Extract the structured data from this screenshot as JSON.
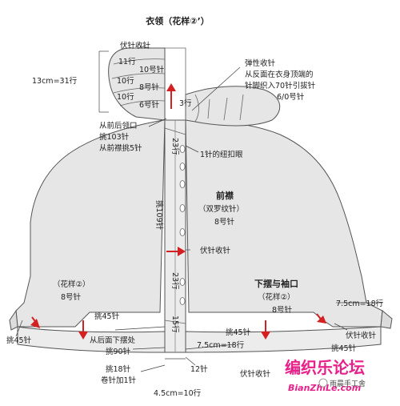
{
  "title": "衣领（花样②’）",
  "collar": {
    "bind_off": "伏针收针",
    "height": "13cm=31行",
    "rows_11": "11行",
    "needle_10": "10号针",
    "rows_10a": "10行",
    "needle_8": "8号针",
    "rows_10b": "10行",
    "needle_6": "6号针",
    "rows_3": "3行",
    "pickup_neck_1": "从前后领口",
    "pickup_neck_2": "挑103针",
    "pickup_band": "从前襟挑5针",
    "elastic_1": "弹性收针",
    "elastic_2": "从反面在衣身顶端的",
    "elastic_3": "针脚织入70针引拔针",
    "elastic_4": "6/0号针"
  },
  "placket": {
    "rows_23_top": "23行",
    "buttonhole": "1针的纽扣眼",
    "title": "前襟",
    "rib": "（双罗纹针）",
    "needle": "8号针",
    "pickup_109": "挑109针",
    "bind_off": "伏针收针",
    "rows_23_mid": "23行",
    "rows_15": "15行",
    "pickup_18": "挑18针",
    "cast_on_1": "卷针加1针",
    "sts_12": "12针",
    "width_10rows": "4.5cm=10行"
  },
  "left": {
    "pattern": "（花样②）",
    "needle": "8号针",
    "pickup_45": "挑45针",
    "pickup_45_cuff": "挑45针",
    "from_back_1": "从后面下摆处",
    "from_back_2": "挑90针"
  },
  "right": {
    "title": "下摆与袖口",
    "pattern": "（花样②）",
    "needle": "8号针",
    "cuff_len": "7.5cm=18行",
    "bind_off": "伏针收针",
    "pickup_45_cuff": "挑45针",
    "pickup_45": "挑45针",
    "hem_len": "7.5cm=18行",
    "bind_off_hem": "伏针收针"
  },
  "watermark": {
    "cn": "编织乐论坛",
    "url": "BianZhiLe.com",
    "badge": "雨晨手工舍"
  },
  "colors": {
    "line": "#555555",
    "fill": "#e6e6e6",
    "arrow": "#d42020",
    "watermark": "#e8208a"
  }
}
